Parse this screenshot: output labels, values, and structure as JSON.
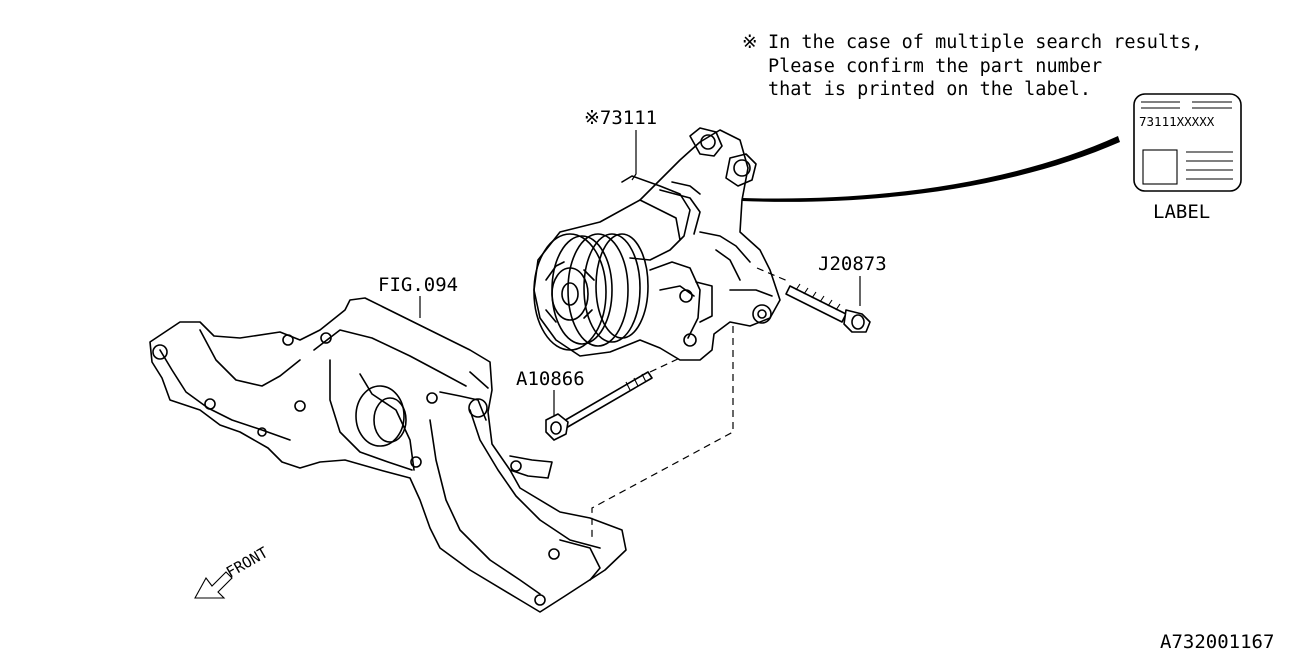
{
  "note": {
    "mark": "※",
    "line1": "In the case of multiple search results,",
    "line2": "Please confirm the part number",
    "line3": "that is printed on the label."
  },
  "label_card": {
    "part_text": "73111XXXXX",
    "caption": "LABEL"
  },
  "callouts": {
    "compressor": "※73111",
    "bolt_right": "J20873",
    "bolt_left": "A10866",
    "bracket_ref": "FIG.094"
  },
  "front_marker": "FRONT",
  "diagram_id": "A732001167"
}
